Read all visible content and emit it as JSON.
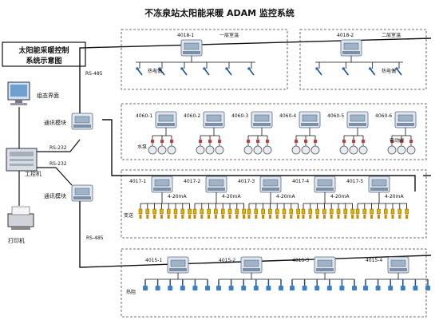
{
  "title": "不冻泉站太阳能采暖 ADAM 监控系统",
  "legend_box": {
    "line1": "太阳能采暖控制",
    "line2": "系统示意图"
  },
  "left": {
    "monitor_label": "组态界面",
    "ipc_label": "工控机",
    "printer_label": "打印机",
    "comm_module_1": "通讯模块",
    "comm_module_2": "通讯模块",
    "rs485_top": "RS-485",
    "rs232_1": "RS-232",
    "rs232_2": "RS-232",
    "rs485_bottom": "RS-485"
  },
  "floors": [
    {
      "module": "4018-1",
      "label": "一层室温",
      "sensor_label": "热电偶",
      "sensors": 6
    },
    {
      "module": "4018-2",
      "label": "二层室温",
      "sensor_label": "热电偶",
      "sensors": 4
    }
  ],
  "row_4060": {
    "modules": [
      "4060-1",
      "4060-2",
      "4060-3",
      "4060-4",
      "4060-5",
      "4060-6"
    ],
    "pump_label": "水泵",
    "valve_label": "电动阀"
  },
  "row_4017": {
    "modules": [
      "4017-1",
      "4017-2",
      "4017-3",
      "4017-4",
      "4017-5"
    ],
    "signal_label": "4-20mA",
    "transmitter_label": "变送"
  },
  "row_4015": {
    "modules": [
      "4015-1",
      "4015-2",
      "4015-3",
      "4015-4"
    ],
    "sensor_label": "热阻"
  }
}
